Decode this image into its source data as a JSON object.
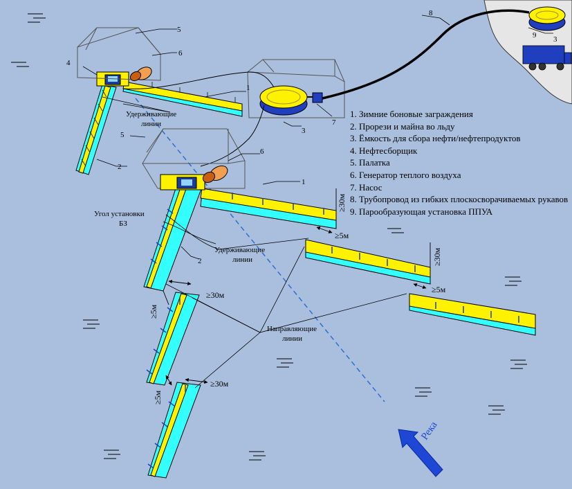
{
  "legend": [
    "1. Зимние боновые заграждения",
    "2. Прорези и майна во льду",
    "3. Ёмкость для сбора нефти/нефтепродуктов",
    "4. Нефтесборщик",
    "5. Палатка",
    "6. Генератор теплого воздуха",
    "7. Насос",
    "8. Трубопровод из гибких плоскосворачиваемых рукавов",
    "9. Парообразующая установка ППУА"
  ],
  "callouts": {
    "n1": "1",
    "n2": "2",
    "n3": "3",
    "n4": "4",
    "n5": "5",
    "n6": "6",
    "n7": "7",
    "n8": "8",
    "n9": "9"
  },
  "annotations": {
    "holding_lines_1": "Удерживающие",
    "holding_lines_2": "линии",
    "angle_1": "Угол установки",
    "angle_2": "БЗ",
    "guide_lines_1": "Направляющие",
    "guide_lines_2": "линии",
    "gap_30m": "≥30м",
    "gap_5m": "≥5м",
    "river": "Река"
  },
  "colors": {
    "ice": "#a9bfdd",
    "shore": "#e6e6e6",
    "boom_yellow": "#fff200",
    "slot_cyan": "#33ffff",
    "river_arrow": "#1f47d6",
    "axis_dash": "#2e6fd0"
  }
}
